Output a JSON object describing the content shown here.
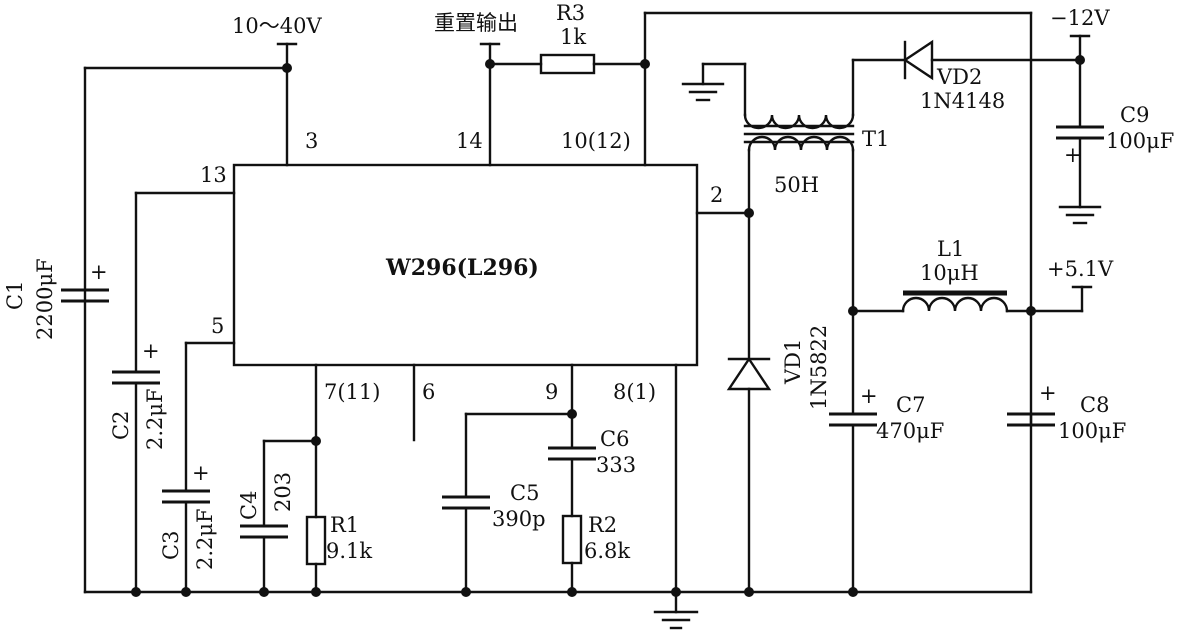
{
  "ic": {
    "name": "W296(L296)"
  },
  "supply": {
    "input": "10～40V",
    "reset_out": "重置输出",
    "neg": "−12V",
    "pos": "+5.1V"
  },
  "pins": {
    "p3": "3",
    "p14": "14",
    "p10": "10(12)",
    "p13": "13",
    "p2": "2",
    "p5": "5",
    "p7": "7(11)",
    "p6": "6",
    "p9": "9",
    "p8": "8(1)"
  },
  "components": {
    "C1": {
      "ref": "C1",
      "value": "2200μF"
    },
    "C2": {
      "ref": "C2",
      "value": "2.2μF"
    },
    "C3": {
      "ref": "C3",
      "value": "2.2μF"
    },
    "C4": {
      "ref": "C4",
      "value": "203"
    },
    "R1": {
      "ref": "R1",
      "value": "9.1k"
    },
    "C5": {
      "ref": "C5",
      "value": "390p"
    },
    "C6": {
      "ref": "C6",
      "value": "333"
    },
    "R2": {
      "ref": "R2",
      "value": "6.8k"
    },
    "R3": {
      "ref": "R3",
      "value": "1k"
    },
    "VD1": {
      "ref": "VD1",
      "value": "1N5822"
    },
    "VD2": {
      "ref": "VD2",
      "value": "1N4148"
    },
    "T1": {
      "ref": "T1",
      "value": "50H"
    },
    "L1": {
      "ref": "L1",
      "value": "10μH"
    },
    "C7": {
      "ref": "C7",
      "value": "470μF"
    },
    "C8": {
      "ref": "C8",
      "value": "100μF"
    },
    "C9": {
      "ref": "C9",
      "value": "100μF"
    }
  },
  "polarity_mark": "+"
}
